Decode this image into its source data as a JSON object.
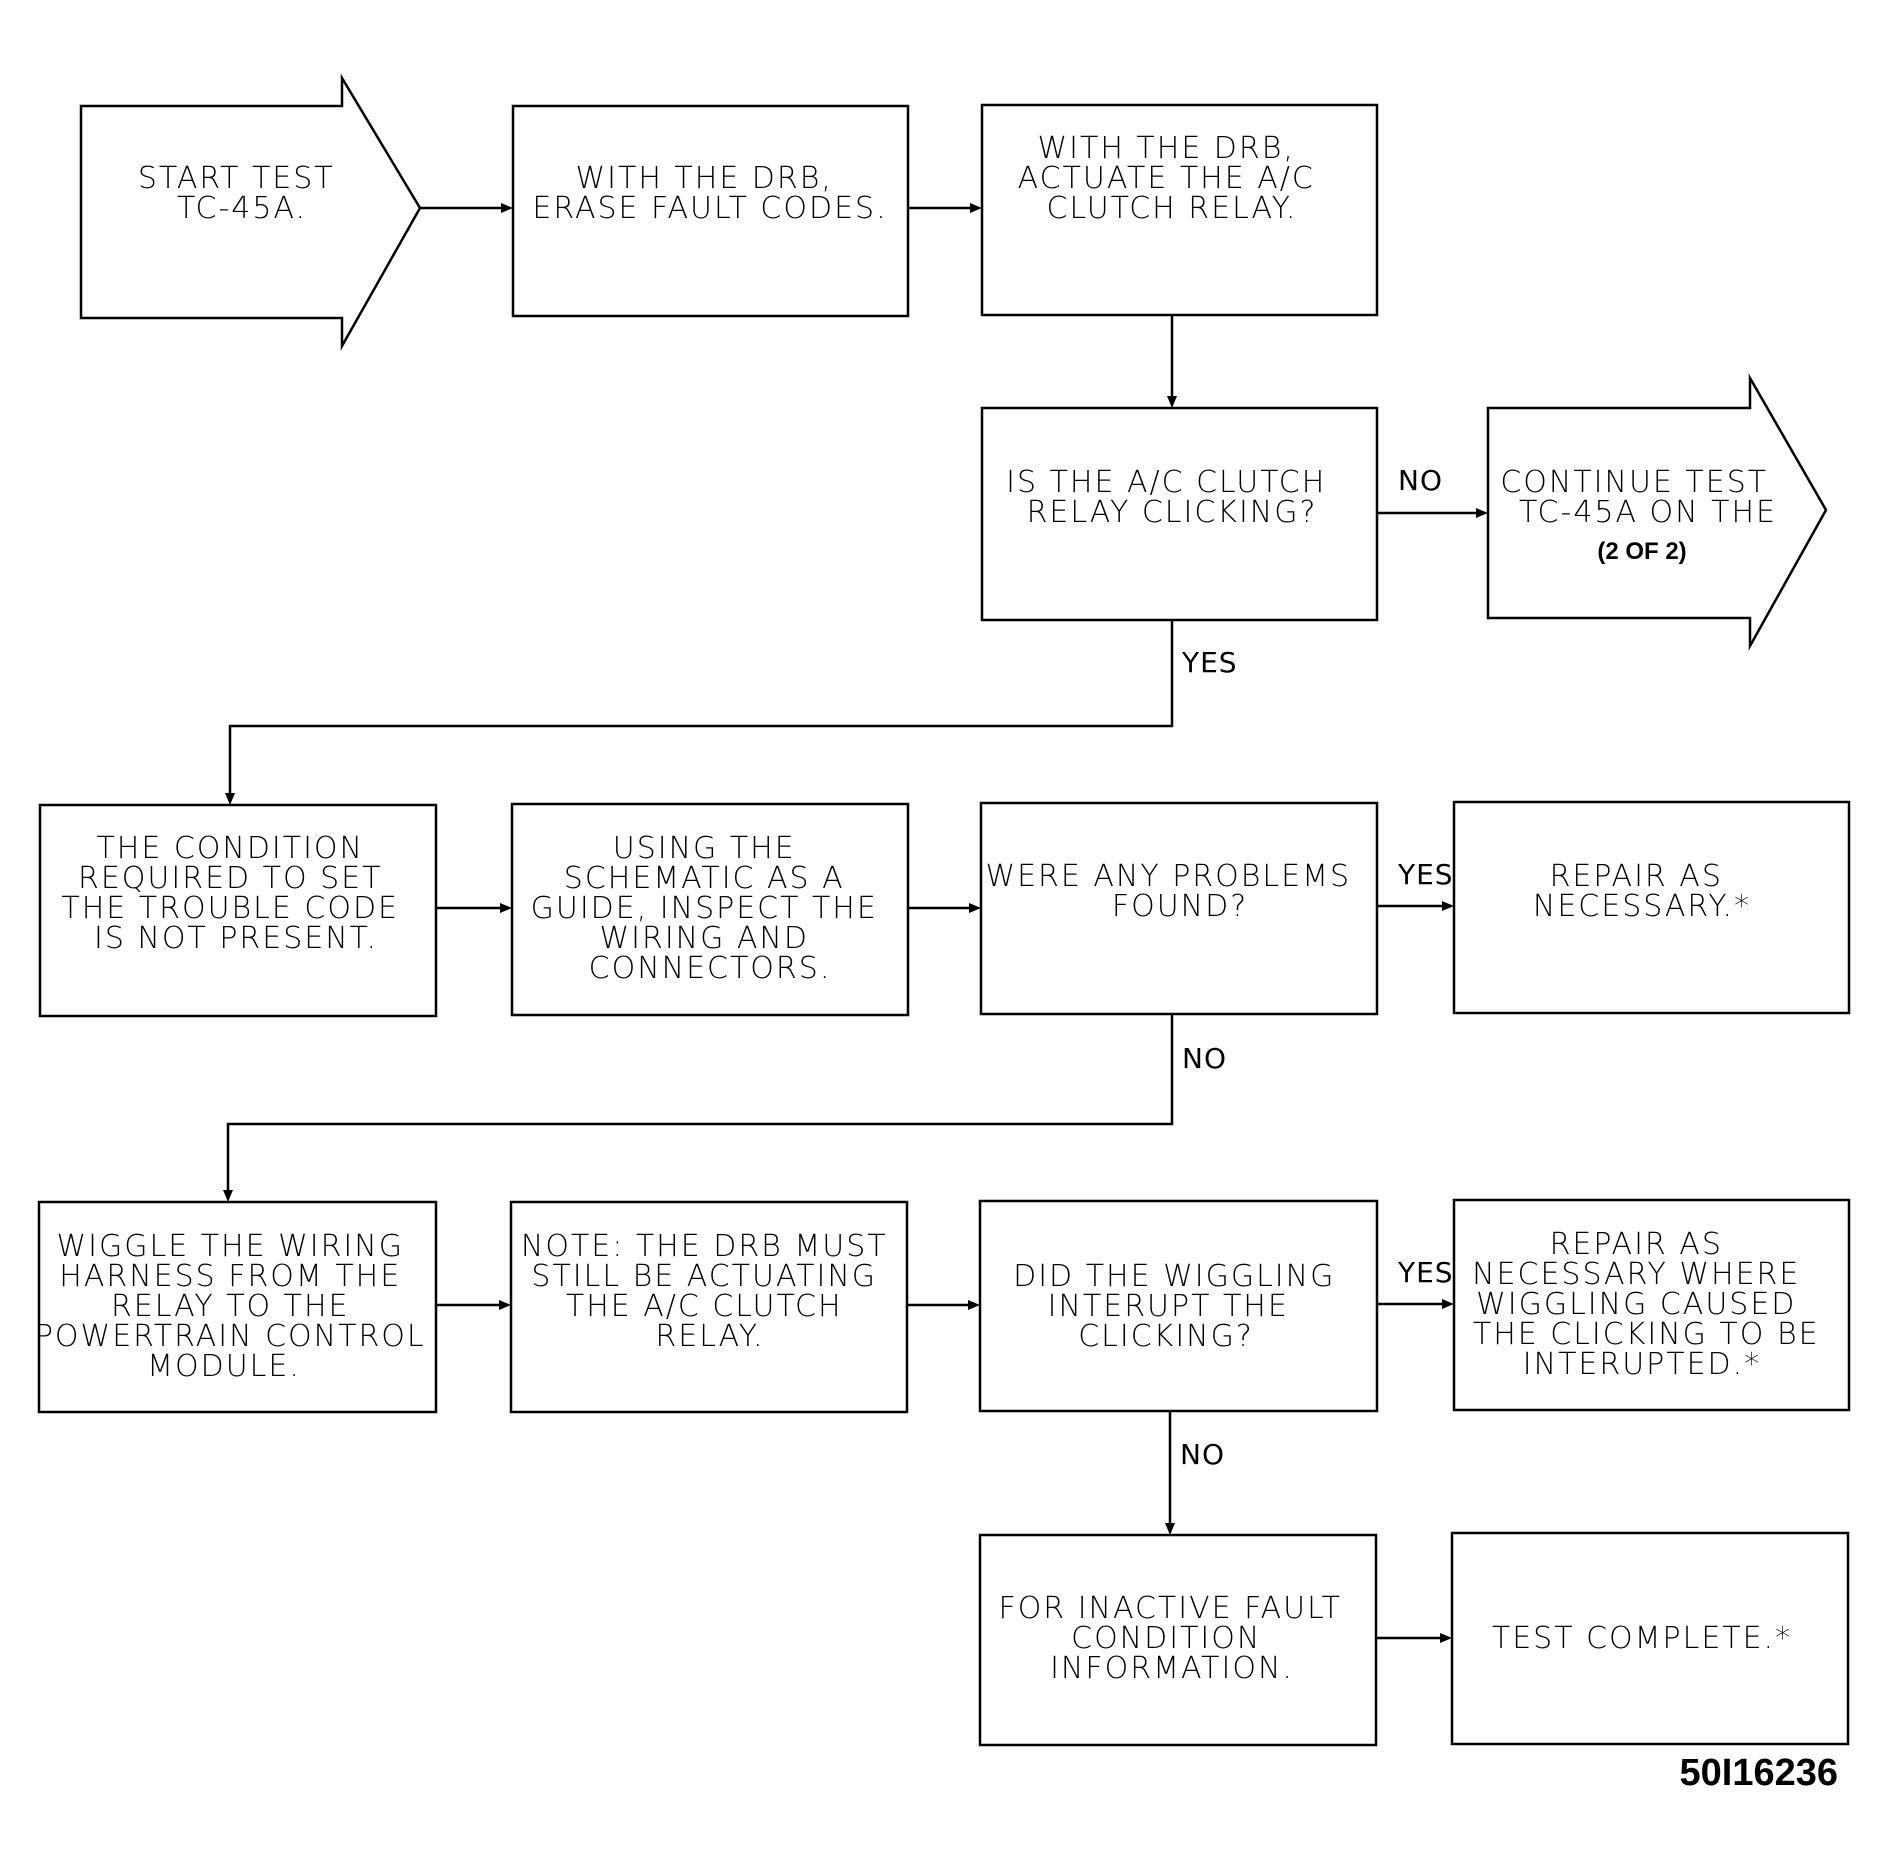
{
  "nodes": {
    "start": {
      "lines": [
        "START TEST",
        "TC-45A."
      ]
    },
    "erase": {
      "lines": [
        "WITH THE DRB,",
        "ERASE FAULT CODES."
      ]
    },
    "actuate": {
      "lines": [
        "WITH THE DRB,",
        "ACTUATE THE A/C",
        "CLUTCH RELAY."
      ]
    },
    "clicking_q": {
      "lines": [
        "IS THE A/C CLUTCH",
        "RELAY CLICKING?"
      ]
    },
    "continue": {
      "lines": [
        "CONTINUE TEST",
        "TC-45A ON THE"
      ],
      "note": "(2 OF 2)"
    },
    "condition": {
      "lines": [
        "THE CONDITION",
        "REQUIRED TO SET",
        "THE TROUBLE CODE",
        "IS NOT PRESENT."
      ]
    },
    "inspect": {
      "lines": [
        "USING THE",
        "SCHEMATIC AS A",
        "GUIDE, INSPECT THE",
        "WIRING AND",
        "CONNECTORS."
      ]
    },
    "problems_q": {
      "lines": [
        "WERE ANY PROBLEMS",
        "FOUND?"
      ]
    },
    "repair1": {
      "lines": [
        "REPAIR AS",
        "NECESSARY.*"
      ]
    },
    "wiggle": {
      "lines": [
        "WIGGLE THE WIRING",
        "HARNESS FROM THE",
        "RELAY TO THE",
        "POWERTRAIN CONTROL",
        "MODULE."
      ]
    },
    "note": {
      "lines": [
        "NOTE: THE DRB MUST",
        "STILL BE ACTUATING",
        "THE A/C CLUTCH",
        "RELAY."
      ]
    },
    "wiggle_q": {
      "lines": [
        "DID THE WIGGLING",
        "INTERUPT THE",
        "CLICKING?"
      ]
    },
    "repair2": {
      "lines": [
        "REPAIR AS",
        "NECESSARY WHERE",
        "WIGGLING CAUSED",
        "THE CLICKING TO BE",
        "INTERUPTED.*"
      ]
    },
    "inactive": {
      "lines": [
        "FOR INACTIVE FAULT",
        "CONDITION",
        "INFORMATION."
      ]
    },
    "complete": {
      "lines": [
        "TEST COMPLETE.*"
      ]
    }
  },
  "edge_labels": {
    "clicking_no": "NO",
    "clicking_yes": "YES",
    "problems_yes": "YES",
    "problems_no": "NO",
    "wiggle_yes": "YES",
    "wiggle_no": "NO"
  },
  "figure_number": "50I16236"
}
